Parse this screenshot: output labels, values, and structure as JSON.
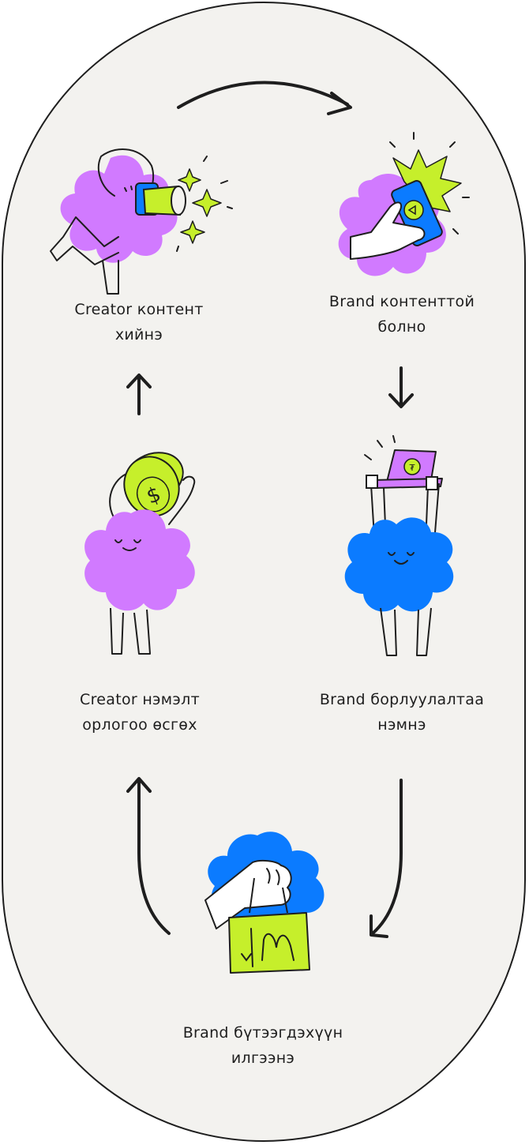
{
  "diagram": {
    "steps": [
      {
        "id": "creator-content",
        "lines": [
          "Creator контент",
          "хийнэ"
        ]
      },
      {
        "id": "brand-content",
        "lines": [
          "Brand контенттой",
          "болно"
        ]
      },
      {
        "id": "brand-sales",
        "lines": [
          "Brand борлуулалтаа",
          "нэмнэ"
        ]
      },
      {
        "id": "brand-product",
        "lines": [
          "Brand бүтээгдэхүүн",
          "илгээнэ"
        ]
      },
      {
        "id": "creator-income",
        "lines": [
          "Creator нэмэлт",
          "орлогоо өсгөх"
        ]
      }
    ],
    "colors": {
      "background": "#f3f2ef",
      "outline": "#1e1e1e",
      "purple": "#d17aff",
      "blue": "#0b7bff",
      "lime": "#c6ef2b"
    }
  }
}
